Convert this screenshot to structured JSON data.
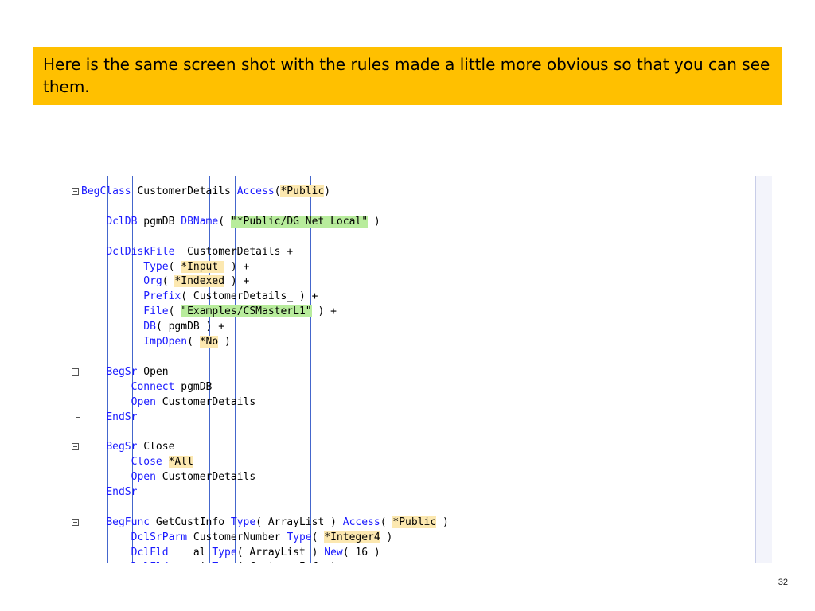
{
  "slide": {
    "caption": "Here is the same screen shot with the rules made a little more obvious so that you can see them.",
    "page_number": "32"
  },
  "code": {
    "lines": [
      [
        [
          "BegClass",
          "kw"
        ],
        [
          " CustomerDetails ",
          ""
        ],
        [
          "Access",
          "kw"
        ],
        [
          "(",
          ""
        ],
        [
          "*Public",
          "spec"
        ],
        [
          ")",
          ""
        ]
      ],
      [],
      [
        [
          "    ",
          ""
        ],
        [
          "DclDB",
          "kw"
        ],
        [
          " pgmDB ",
          ""
        ],
        [
          "DBName",
          "kw"
        ],
        [
          "( ",
          ""
        ],
        [
          "\"*Public/DG Net Local\"",
          "str"
        ],
        [
          " )",
          ""
        ]
      ],
      [],
      [
        [
          "    ",
          ""
        ],
        [
          "DclDiskFile",
          "kw"
        ],
        [
          "  CustomerDetails +",
          ""
        ]
      ],
      [
        [
          "          ",
          ""
        ],
        [
          "Type",
          "kw"
        ],
        [
          "( ",
          ""
        ],
        [
          "*Input ",
          "spec"
        ],
        [
          " ) +",
          ""
        ]
      ],
      [
        [
          "          ",
          ""
        ],
        [
          "Org",
          "kw"
        ],
        [
          "( ",
          ""
        ],
        [
          "*Indexed",
          "spec"
        ],
        [
          " ) +",
          ""
        ]
      ],
      [
        [
          "          ",
          ""
        ],
        [
          "Prefix",
          "kw"
        ],
        [
          "( CustomerDetails_ ) +",
          ""
        ]
      ],
      [
        [
          "          ",
          ""
        ],
        [
          "File",
          "kw"
        ],
        [
          "( ",
          ""
        ],
        [
          "\"Examples/CSMasterL1\"",
          "str"
        ],
        [
          " ) +",
          ""
        ]
      ],
      [
        [
          "          ",
          ""
        ],
        [
          "DB",
          "kw"
        ],
        [
          "( pgmDB ) +",
          ""
        ]
      ],
      [
        [
          "          ",
          ""
        ],
        [
          "ImpOpen",
          "kw"
        ],
        [
          "( ",
          ""
        ],
        [
          "*No",
          "spec"
        ],
        [
          " )",
          ""
        ]
      ],
      [],
      [
        [
          "    ",
          ""
        ],
        [
          "BegSr",
          "kw"
        ],
        [
          " Open",
          ""
        ]
      ],
      [
        [
          "        ",
          ""
        ],
        [
          "Connect",
          "kw"
        ],
        [
          " pgmDB",
          ""
        ]
      ],
      [
        [
          "        ",
          ""
        ],
        [
          "Open",
          "kw"
        ],
        [
          " CustomerDetails",
          ""
        ]
      ],
      [
        [
          "    ",
          ""
        ],
        [
          "EndSr",
          "kw"
        ]
      ],
      [],
      [
        [
          "    ",
          ""
        ],
        [
          "BegSr",
          "kw"
        ],
        [
          " Close",
          ""
        ]
      ],
      [
        [
          "        ",
          ""
        ],
        [
          "Close",
          "kw"
        ],
        [
          " ",
          ""
        ],
        [
          "*All",
          "spec"
        ]
      ],
      [
        [
          "        ",
          ""
        ],
        [
          "Open",
          "kw"
        ],
        [
          " CustomerDetails",
          ""
        ]
      ],
      [
        [
          "    ",
          ""
        ],
        [
          "EndSr",
          "kw"
        ]
      ],
      [],
      [
        [
          "    ",
          ""
        ],
        [
          "BegFunc",
          "kw"
        ],
        [
          " GetCustInfo ",
          ""
        ],
        [
          "Type",
          "kw"
        ],
        [
          "( ArrayList ) ",
          ""
        ],
        [
          "Access",
          "kw"
        ],
        [
          "( ",
          ""
        ],
        [
          "*Public",
          "spec"
        ],
        [
          " )",
          ""
        ]
      ],
      [
        [
          "        ",
          ""
        ],
        [
          "DclSrParm",
          "kw"
        ],
        [
          " CustomerNumber ",
          ""
        ],
        [
          "Type",
          "kw"
        ],
        [
          "( ",
          ""
        ],
        [
          "*Integer4",
          "spec"
        ],
        [
          " )",
          ""
        ]
      ],
      [
        [
          "        ",
          ""
        ],
        [
          "DclFld",
          "kw"
        ],
        [
          "    al ",
          ""
        ],
        [
          "Type",
          "kw"
        ],
        [
          "( ArrayList ) ",
          ""
        ],
        [
          "New",
          "kw"
        ],
        [
          "( 16 )",
          ""
        ]
      ],
      [
        [
          "        ",
          ""
        ],
        [
          "DclFld",
          "kw"
        ],
        [
          "    ci ",
          ""
        ],
        [
          "Type",
          "kw"
        ],
        [
          "( CustomerInfo )",
          ""
        ]
      ]
    ]
  }
}
